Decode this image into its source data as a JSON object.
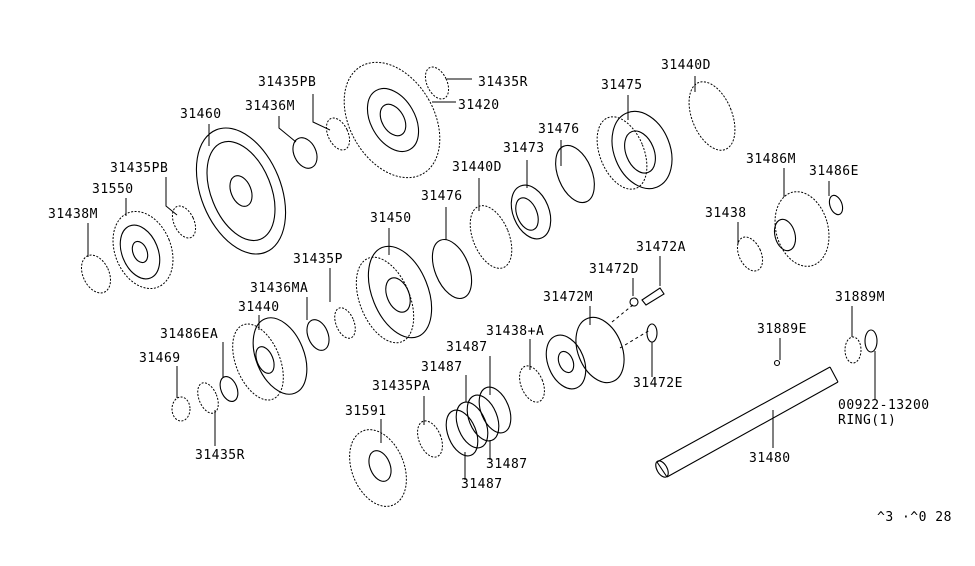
{
  "diagram": {
    "labels": {
      "p31435PB_a": "31435PB",
      "p31435R_a": "31435R",
      "p31420": "31420",
      "p31436M": "31436M",
      "p31460": "31460",
      "p31475": "31475",
      "p31440D_a": "31440D",
      "p31476_a": "31476",
      "p31473": "31473",
      "p31440D_b": "31440D",
      "p31476_b": "31476",
      "p31450": "31450",
      "p31435PB_b": "31435PB",
      "p31550": "31550",
      "p31438M": "31438M",
      "p31486M": "31486M",
      "p31486E": "31486E",
      "p31438": "31438",
      "p31472A": "31472A",
      "p31472D": "31472D",
      "p31472M": "31472M",
      "p31435P": "31435P",
      "p31436MA": "31436MA",
      "p31440": "31440",
      "p31486EA": "31486EA",
      "p31469": "31469",
      "p31435R_b": "31435R",
      "p31438A": "31438+A",
      "p31487_a": "31487",
      "p31487_b": "31487",
      "p31435PA": "31435PA",
      "p31591": "31591",
      "p31487_c": "31487",
      "p31487_d": "31487",
      "p31472E": "31472E",
      "p31889M": "31889M",
      "p31889E": "31889E",
      "p00922": "00922-13200",
      "ring": "RING(1)",
      "p31480": "31480"
    },
    "figure_code": "^3 ·^0 28"
  }
}
